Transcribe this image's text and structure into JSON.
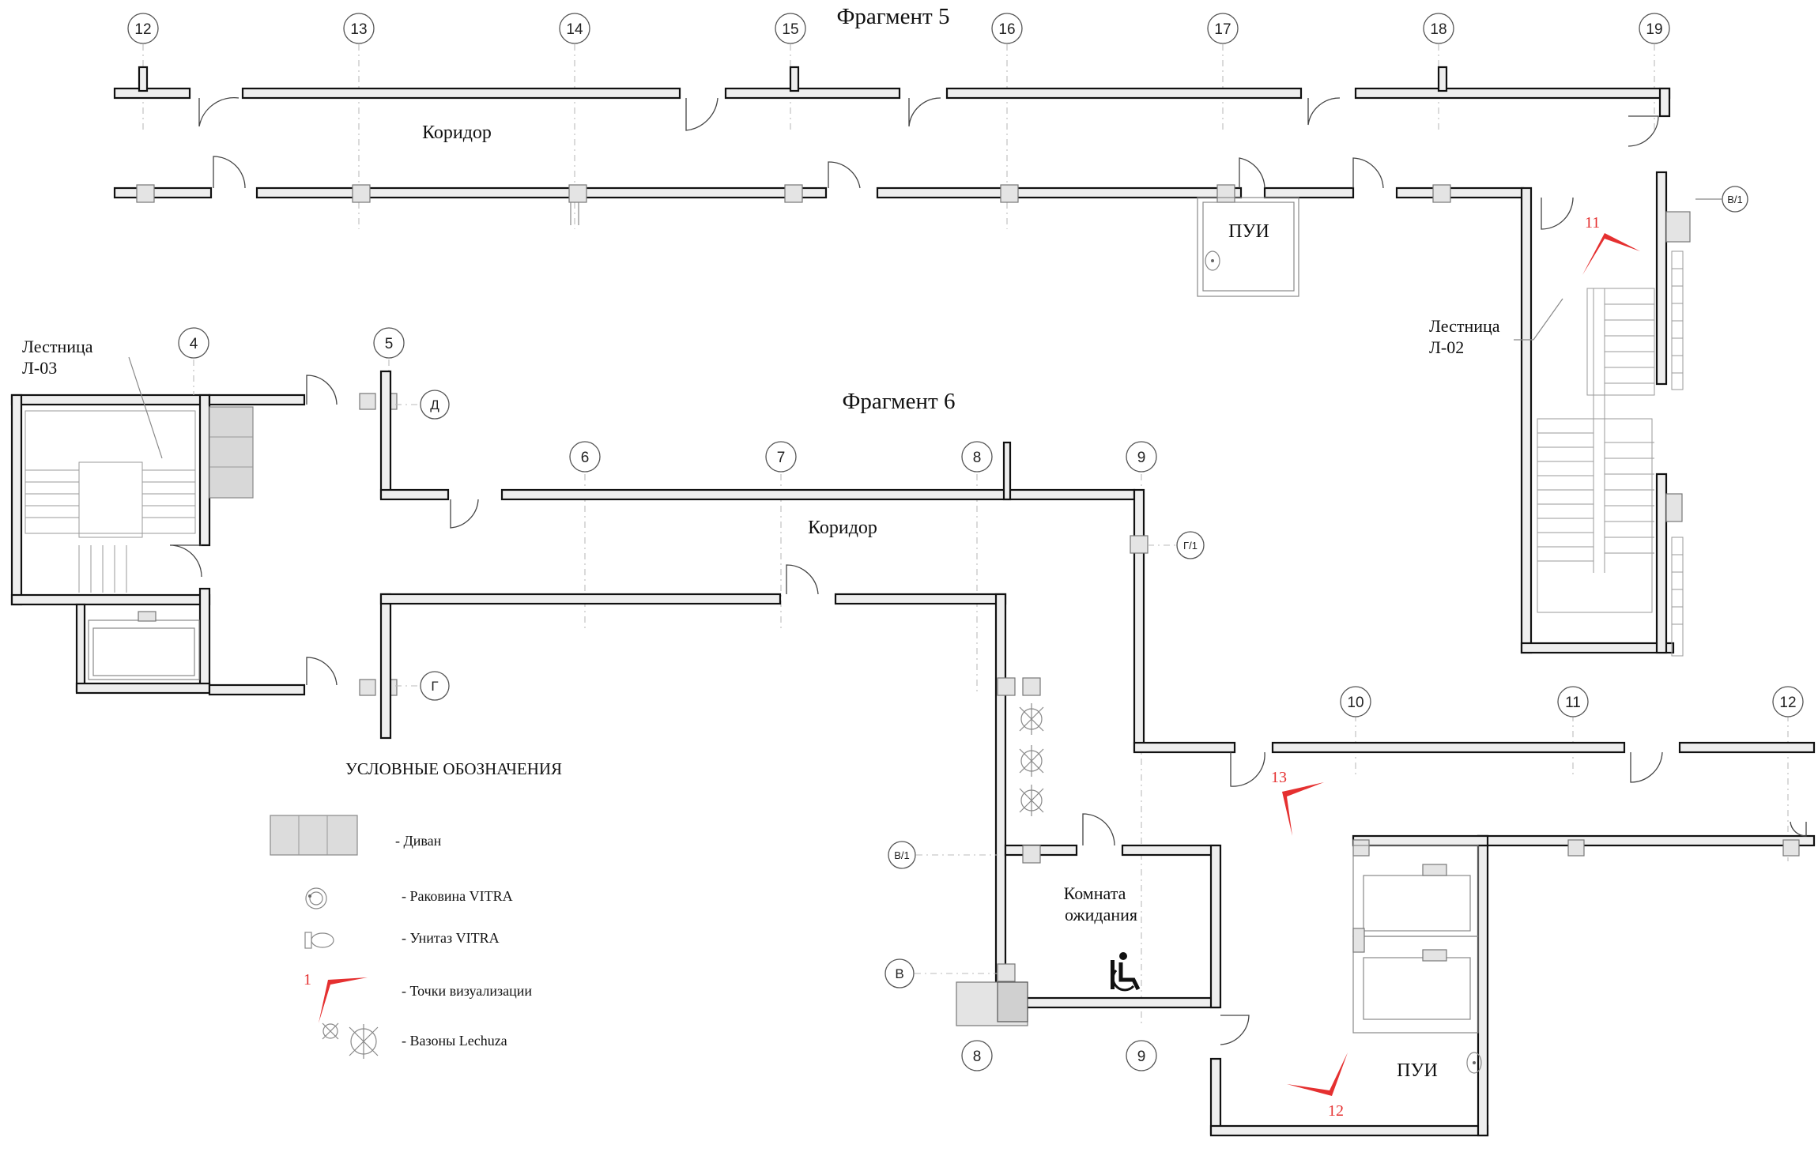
{
  "fragments": {
    "fragment5": "Фрагмент 5",
    "fragment6": "Фрагмент 6"
  },
  "rooms": {
    "corridor_top": "Коридор",
    "corridor_mid": "Коридор",
    "pui_top": "ПУИ",
    "pui_bottom": "ПУИ",
    "stair_l03_line1": "Лестница",
    "stair_l03_line2": "Л-03",
    "stair_l02_line1": "Лестница",
    "stair_l02_line2": "Л-02",
    "waiting_line1": "Комната",
    "waiting_line2": "ожидания"
  },
  "axes": {
    "top_row": [
      "12",
      "13",
      "14",
      "15",
      "16",
      "17",
      "18",
      "19"
    ],
    "frag6_a": [
      "4",
      "5"
    ],
    "frag6_b": [
      "6",
      "7",
      "8",
      "9"
    ],
    "frag6_c": [
      "10",
      "11",
      "12"
    ],
    "bottom": [
      "8",
      "9"
    ],
    "letters": {
      "d": "Д",
      "g": "Г",
      "g1": "Г/1",
      "v": "В",
      "v1_left": "В/1",
      "v1_right": "В/1"
    }
  },
  "viewpoints": [
    "11",
    "13",
    "12"
  ],
  "legend": {
    "title": "УСЛОВНЫЕ ОБОЗНАЧЕНИЯ",
    "items": [
      {
        "icon": "sofa-icon",
        "label": "- Диван"
      },
      {
        "icon": "sink-icon",
        "label": "- Раковина VITRA"
      },
      {
        "icon": "toilet-icon",
        "label": "- Унитаз VITRA"
      },
      {
        "icon": "viewpoint-icon",
        "label": "- Точки визуализации",
        "marker": "1"
      },
      {
        "icon": "planter-icon",
        "label": "- Вазоны Lechuza"
      }
    ]
  },
  "colors": {
    "viewpoint": "#e53030",
    "wall": "#111111"
  }
}
